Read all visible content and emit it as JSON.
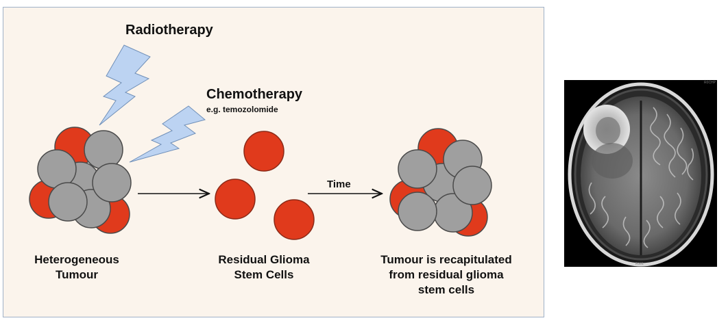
{
  "diagram": {
    "title_radiotherapy": "Radiotherapy",
    "title_chemotherapy": "Chemotherapy",
    "chemo_example": "e.g. temozolomide",
    "arrow_time_label": "Time",
    "label_heterogeneous": [
      "Heterogeneous",
      "Tumour"
    ],
    "label_residual": [
      "Residual Glioma",
      "Stem Cells"
    ],
    "label_recapitulated": [
      "Tumour is recapitulated",
      "from residual glioma",
      "stem cells"
    ]
  },
  "colors": {
    "stem_cell": "#e03a1c",
    "tumour_cell": "#9f9f9f",
    "lightning": "#bcd3f2",
    "panel_background": "#fbf4ec",
    "panel_border": "#9fb1c8"
  },
  "mri": {
    "corner_mark": "R0CHP",
    "bottom_mark": "R101"
  }
}
